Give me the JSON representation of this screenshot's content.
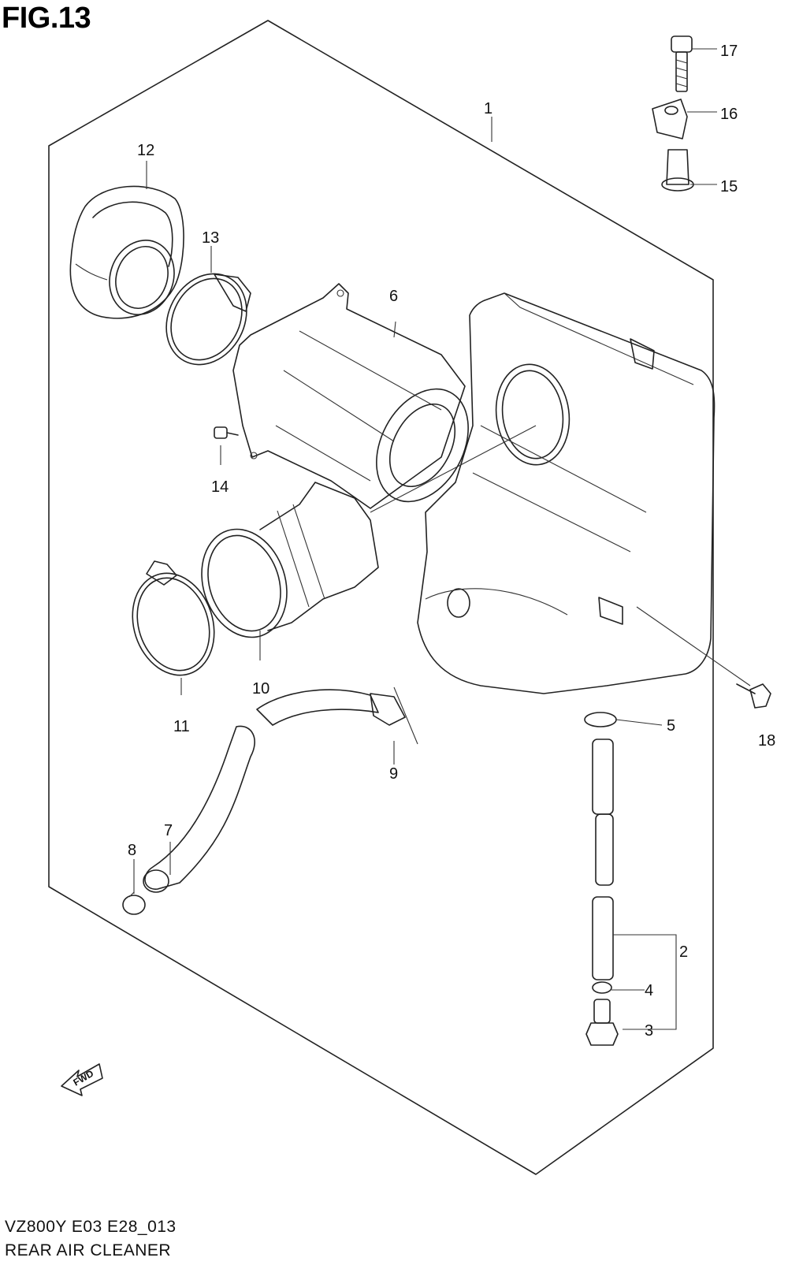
{
  "figure": {
    "title": "FIG.13",
    "model_code": "VZ800Y E03 E28_013",
    "caption": "REAR AIR CLEANER"
  },
  "callouts": [
    "1",
    "2",
    "3",
    "4",
    "5",
    "6",
    "7",
    "8",
    "9",
    "10",
    "11",
    "12",
    "13",
    "14",
    "15",
    "16",
    "17",
    "18"
  ],
  "direction_marker": {
    "label": "FWD",
    "icon": "fwd-arrow-icon"
  }
}
